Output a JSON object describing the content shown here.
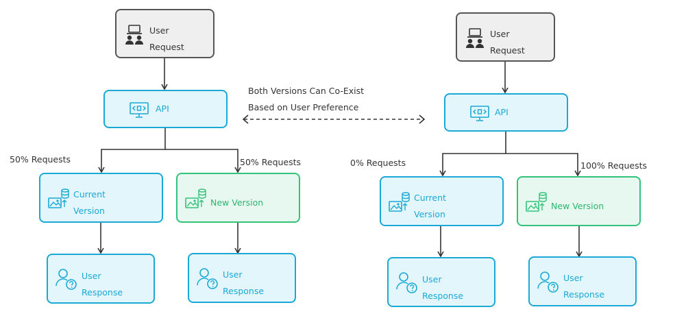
{
  "left": {
    "user_request": [
      "User",
      "Request"
    ],
    "api": "API",
    "current": [
      "Current",
      "Version"
    ],
    "new_version": "New Version",
    "response_current": [
      "User",
      "Response"
    ],
    "response_new": [
      "User",
      "Response"
    ],
    "label_current": "50% Requests",
    "label_new": "50% Requests"
  },
  "right": {
    "user_request": [
      "User",
      "Request"
    ],
    "api": "API",
    "current": [
      "Current",
      "Version"
    ],
    "new_version": "New Version",
    "response_current": [
      "User",
      "Response"
    ],
    "response_new": [
      "User",
      "Response"
    ],
    "label_current": "0% Requests",
    "label_new": "100% Requests"
  },
  "note": [
    "Both Versions Can Co-Exist",
    "Based on User Preference"
  ],
  "colors": {
    "gray_border": "#555555",
    "gray_fill": "#efefef",
    "blue_border": "#1aa8d4",
    "blue_fill": "#e3f6fb",
    "green_border": "#32c27a",
    "green_fill": "#e6f8ef",
    "arrow": "#333333"
  },
  "icons": {
    "user_request": "laptop-users-icon",
    "api": "monitor-code-icon",
    "version": "image-database-icon",
    "response": "user-question-icon"
  }
}
